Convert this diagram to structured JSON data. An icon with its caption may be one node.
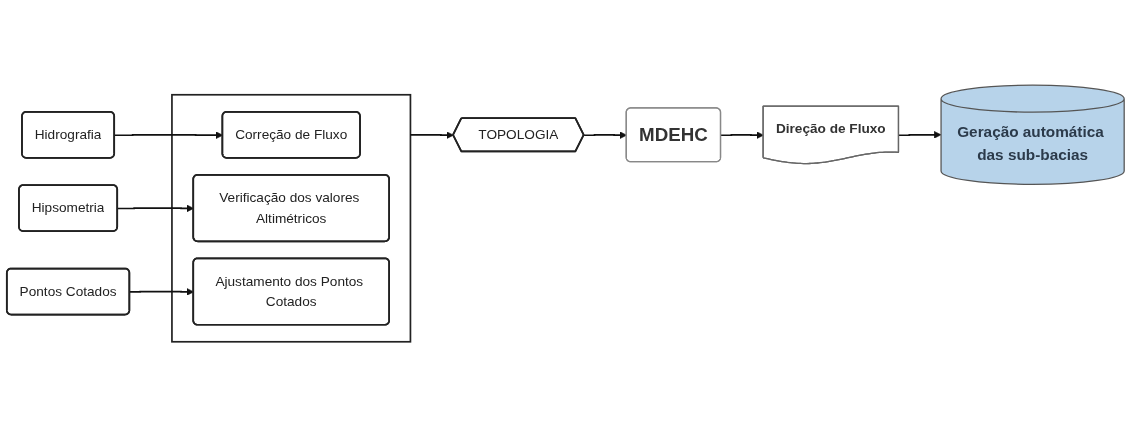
{
  "diagram": {
    "nodes": [
      {
        "text": [
          "Hidrografia"
        ]
      },
      {
        "text": [
          "Hipsometria"
        ]
      },
      {
        "text": [
          "Pontos Cotados"
        ]
      },
      {
        "text": [],
        "shape": "box"
      },
      {
        "text": [
          "Correção de Fluxo"
        ],
        "in": 3
      },
      {
        "text": [
          "Verificação dos valores Altimétricos"
        ],
        "in": 3
      },
      {
        "text": [
          "Ajustamento dos Pontos Cotados"
        ],
        "in": 3
      },
      {
        "text": [
          "TOPOLOGIA"
        ]
      },
      {
        "text": [
          "MDEHC"
        ]
      },
      {
        "text": [
          "Direção de Fluxo"
        ]
      },
      {
        "text": [
          "Geração automática das sub-bacias"
        ]
      }
    ],
    "edges": [
      {
        "from": 0,
        "to": 4,
        "arrow": "to"
      },
      {
        "from": 1,
        "to": 5,
        "arrow": "to"
      },
      {
        "from": 2,
        "to": 6,
        "arrow": "to"
      },
      {
        "from": 3,
        "to": 7,
        "arrow": "to"
      },
      {
        "from": 7,
        "to": 8,
        "arrow": "to"
      },
      {
        "from": 8,
        "to": 9,
        "arrow": "to"
      },
      {
        "from": 9,
        "to": 10,
        "arrow": "to"
      }
    ]
  }
}
